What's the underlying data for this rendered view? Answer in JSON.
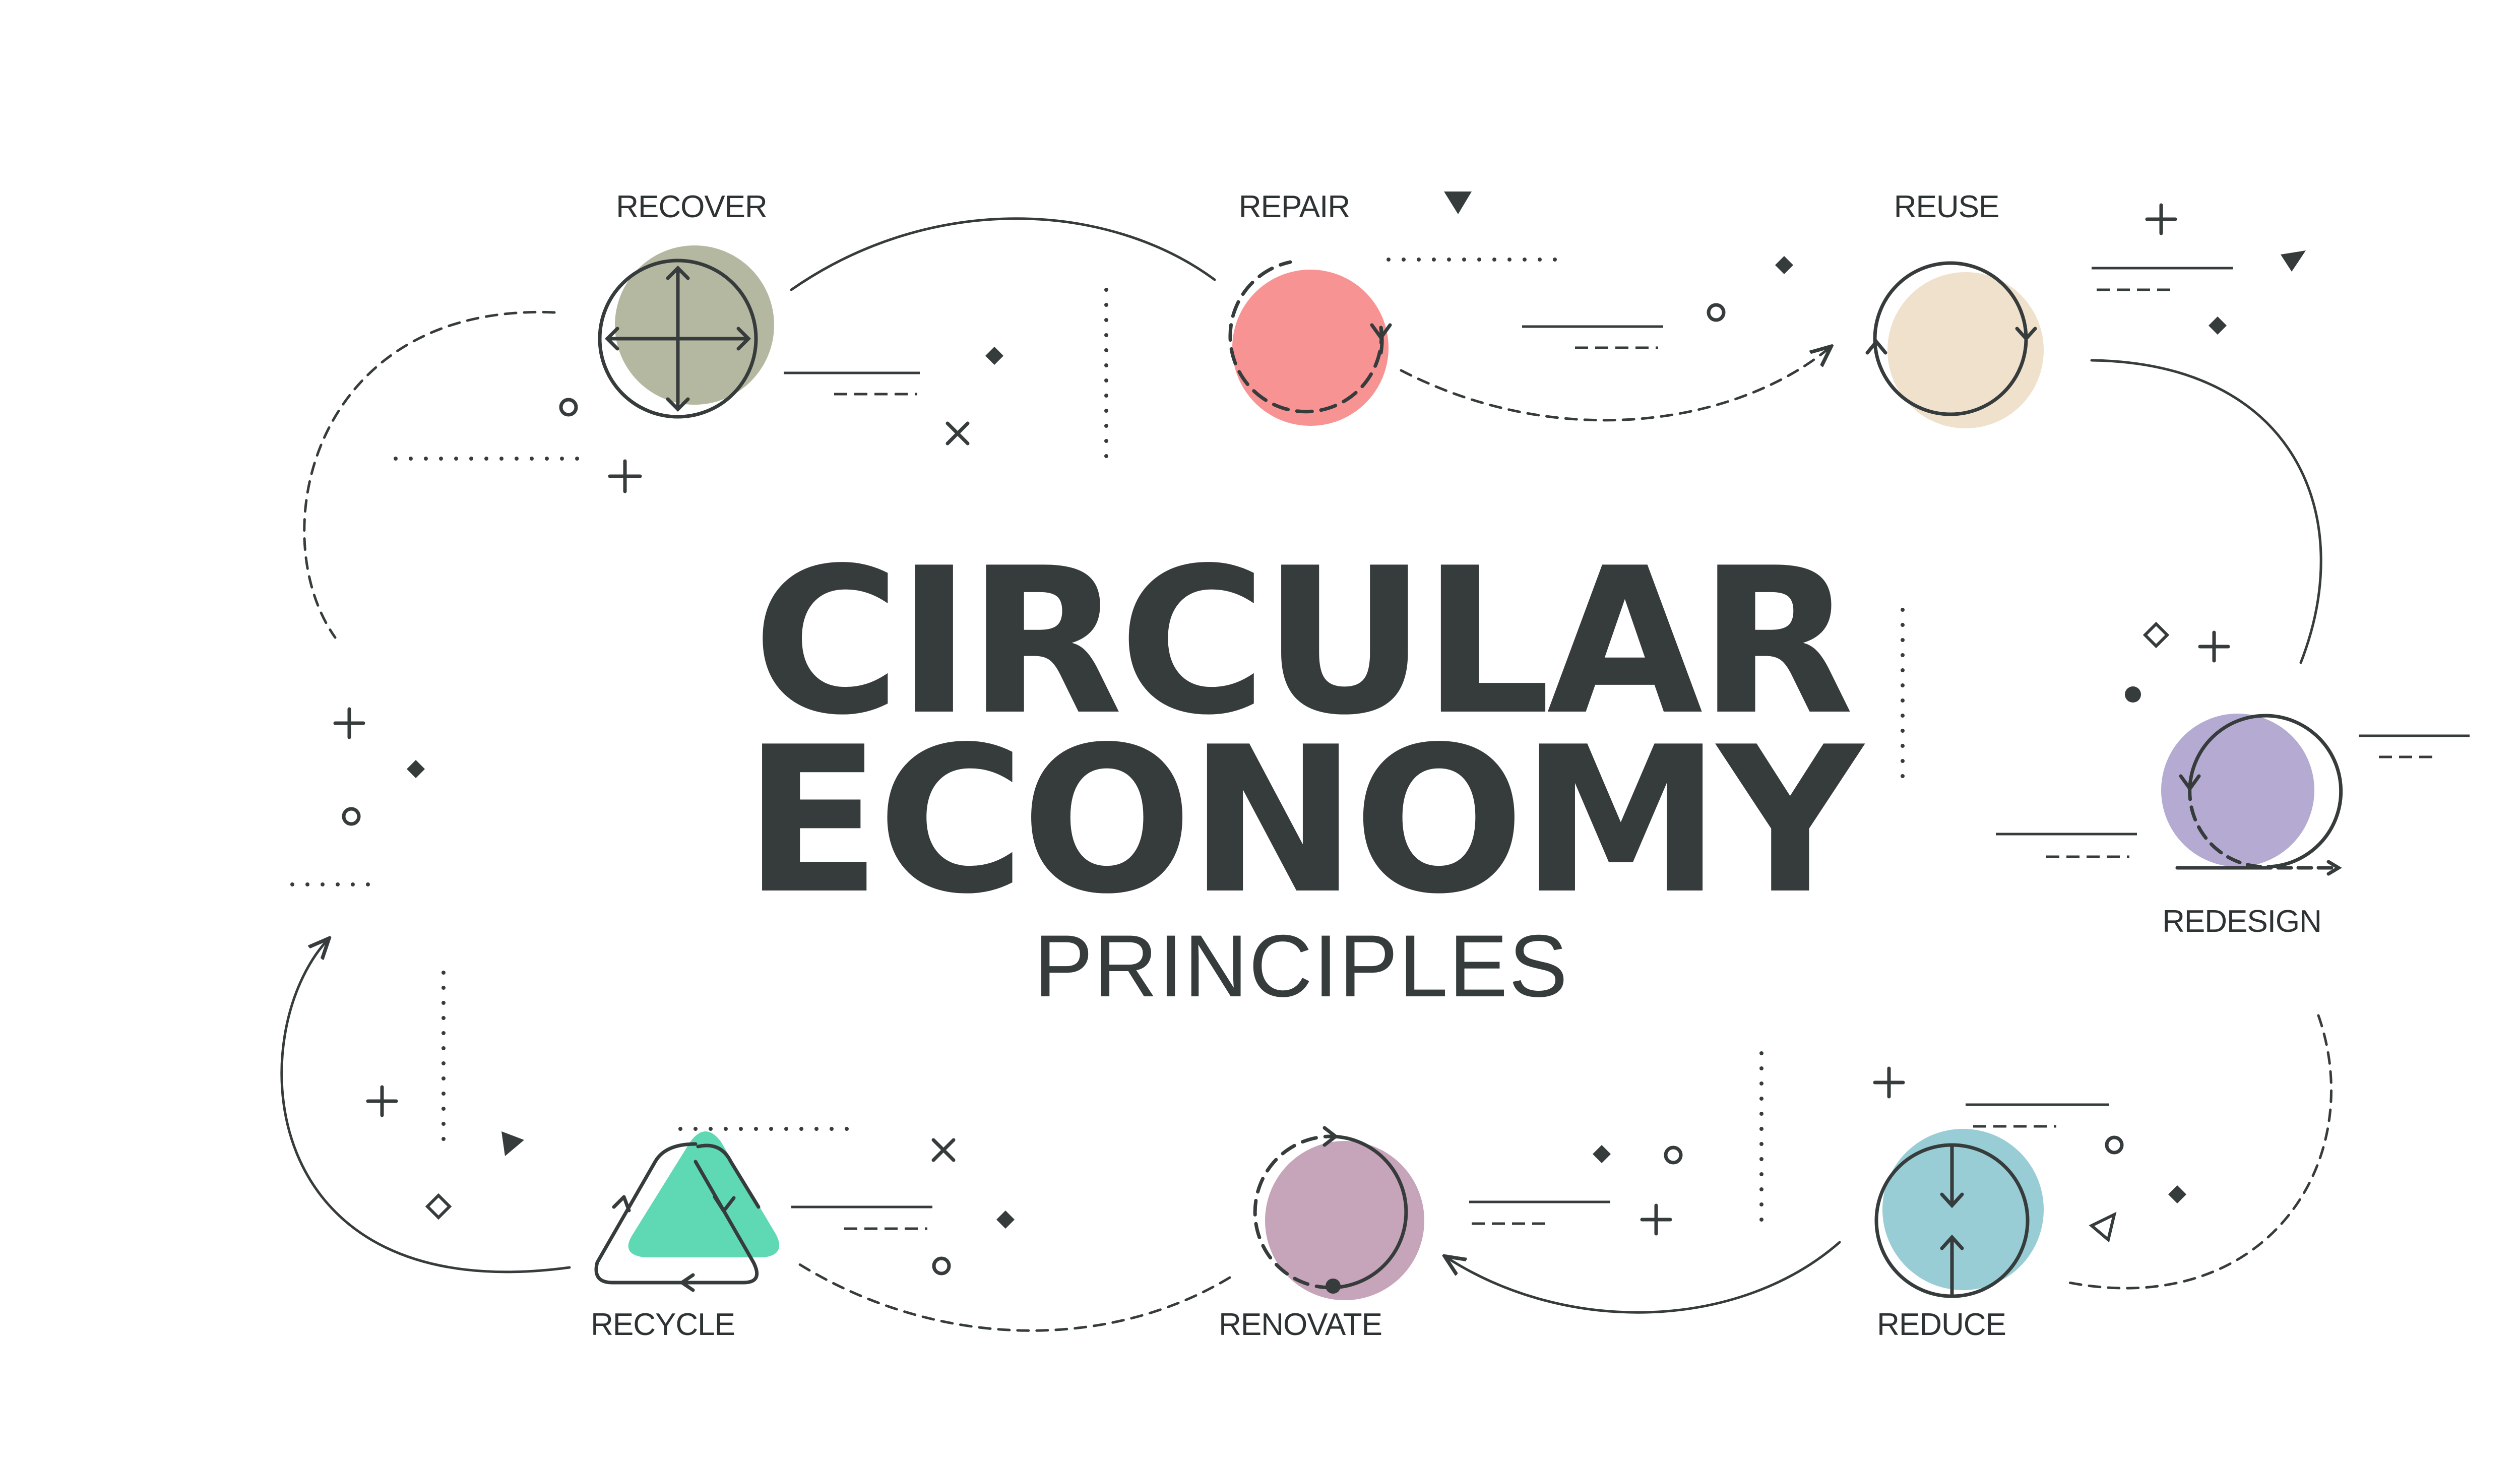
{
  "title_line1": "CIRCULAR",
  "title_line2": "ECONOMY",
  "subtitle": "PRINCIPLES",
  "colors": {
    "ink": "#363b3c",
    "recover": "#b4b8a0",
    "repair": "#f79392",
    "reuse": "#efe1cc",
    "redesign": "#b5abd2",
    "reduce": "#98cdd6",
    "renovate": "#c6a4b9",
    "recycle": "#5fd8b4"
  },
  "principles": [
    {
      "id": "recover",
      "label": "RECOVER",
      "icon": "arrows-out-icon",
      "color": "#b4b8a0"
    },
    {
      "id": "repair",
      "label": "REPAIR",
      "icon": "dashed-cycle-icon",
      "color": "#f79392"
    },
    {
      "id": "reuse",
      "label": "REUSE",
      "icon": "reuse-cycle-icon",
      "color": "#efe1cc"
    },
    {
      "id": "redesign",
      "label": "REDESIGN",
      "icon": "redesign-cycle-icon",
      "color": "#b5abd2"
    },
    {
      "id": "reduce",
      "label": "REDUCE",
      "icon": "reduce-arrows-icon",
      "color": "#98cdd6"
    },
    {
      "id": "renovate",
      "label": "RENOVATE",
      "icon": "renovate-cycle-icon",
      "color": "#c6a4b9"
    },
    {
      "id": "recycle",
      "label": "RECYCLE",
      "icon": "recycle-triangle-icon",
      "color": "#5fd8b4"
    }
  ]
}
